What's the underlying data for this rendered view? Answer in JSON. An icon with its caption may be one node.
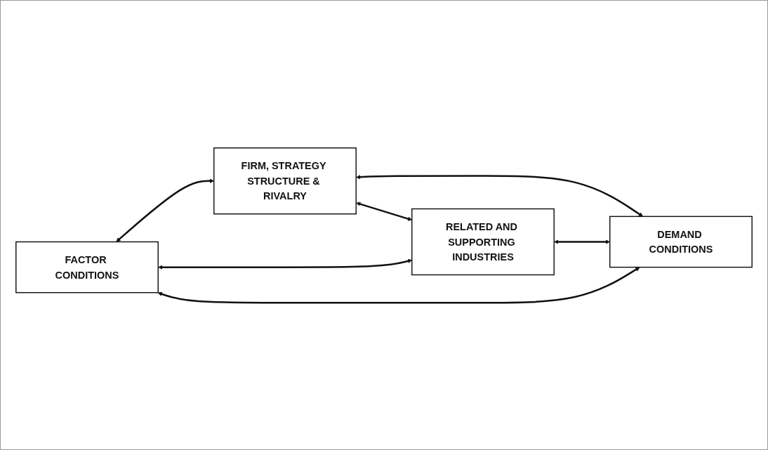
{
  "diagram": {
    "nodes": [
      {
        "text": [
          "FIRM, STRATEGY STRUCTURE & RIVALRY"
        ]
      },
      {
        "text": [
          "FACTOR CONDITIONS"
        ]
      },
      {
        "text": [
          "DEMAND CONDITIONS"
        ]
      },
      {
        "text": [
          "RELATED AND SUPPORTING INDUSTRIES"
        ]
      }
    ],
    "edges": [
      {
        "from": 1,
        "to": 0,
        "arrow": "both"
      },
      {
        "from": 0,
        "to": 2,
        "arrow": "both"
      },
      {
        "from": 1,
        "to": 3,
        "arrow": "both"
      },
      {
        "from": 3,
        "to": 2,
        "arrow": "both"
      },
      {
        "from": 0,
        "to": 3,
        "arrow": "both"
      },
      {
        "from": 1,
        "to": 2,
        "arrow": "both"
      }
    ]
  }
}
